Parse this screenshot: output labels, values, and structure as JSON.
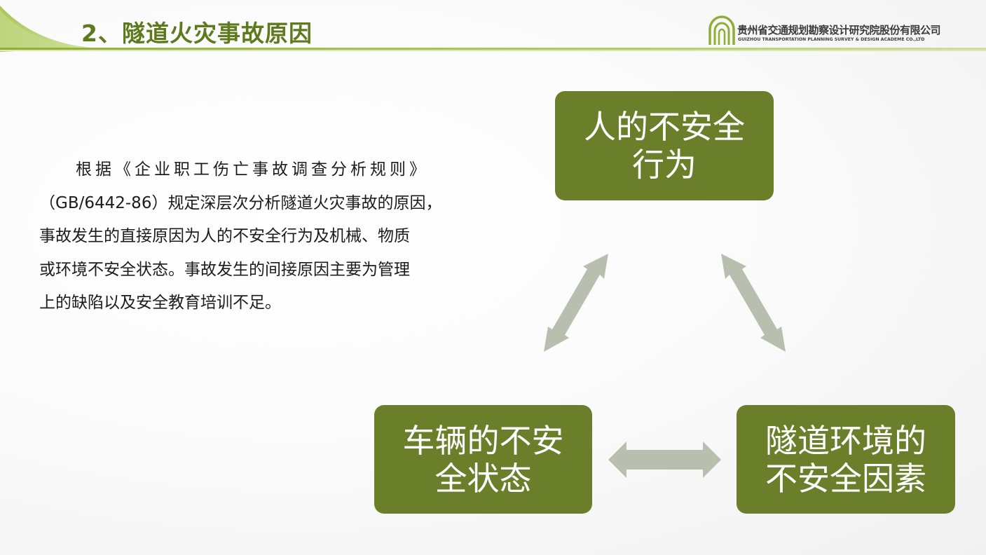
{
  "header": {
    "title": "2、隧道火灾事故原因",
    "logo_cn": "贵州省交通规划勘察设计研究院股份有限公司",
    "logo_en": "GUIZHOU TRANSPORTATION PLANNING SURVEY & DESIGN ACADEME CO.,LTD"
  },
  "body": {
    "lines": [
      "根据《企业职工伤亡事故调查分析规则》",
      "（GB/6442-86）规定深层次分析隧道火灾事故的原因，",
      "事故发生的直接原因为人的不安全行为及机械、物质",
      "或环境不安全状态。事故发生的间接原因主要为管理",
      "上的缺陷以及安全教育培训不足。"
    ]
  },
  "diagram": {
    "nodes": [
      {
        "id": "human",
        "line1": "人的不安全",
        "line2": "行为"
      },
      {
        "id": "vehicle",
        "line1": "车辆的不安",
        "line2": "全状态"
      },
      {
        "id": "environment",
        "line1": "隧道环境的",
        "line2": "不安全因素"
      }
    ],
    "edges": [
      {
        "from": "human",
        "to": "vehicle",
        "type": "bidirectional"
      },
      {
        "from": "human",
        "to": "environment",
        "type": "bidirectional"
      },
      {
        "from": "vehicle",
        "to": "environment",
        "type": "bidirectional"
      }
    ],
    "colors": {
      "node_fill": "#6b7f2b",
      "node_text": "#ffffff",
      "arrow_fill": "#b9bfae",
      "title_color": "#5d7a1c",
      "accent_green": "#9cb843"
    }
  }
}
